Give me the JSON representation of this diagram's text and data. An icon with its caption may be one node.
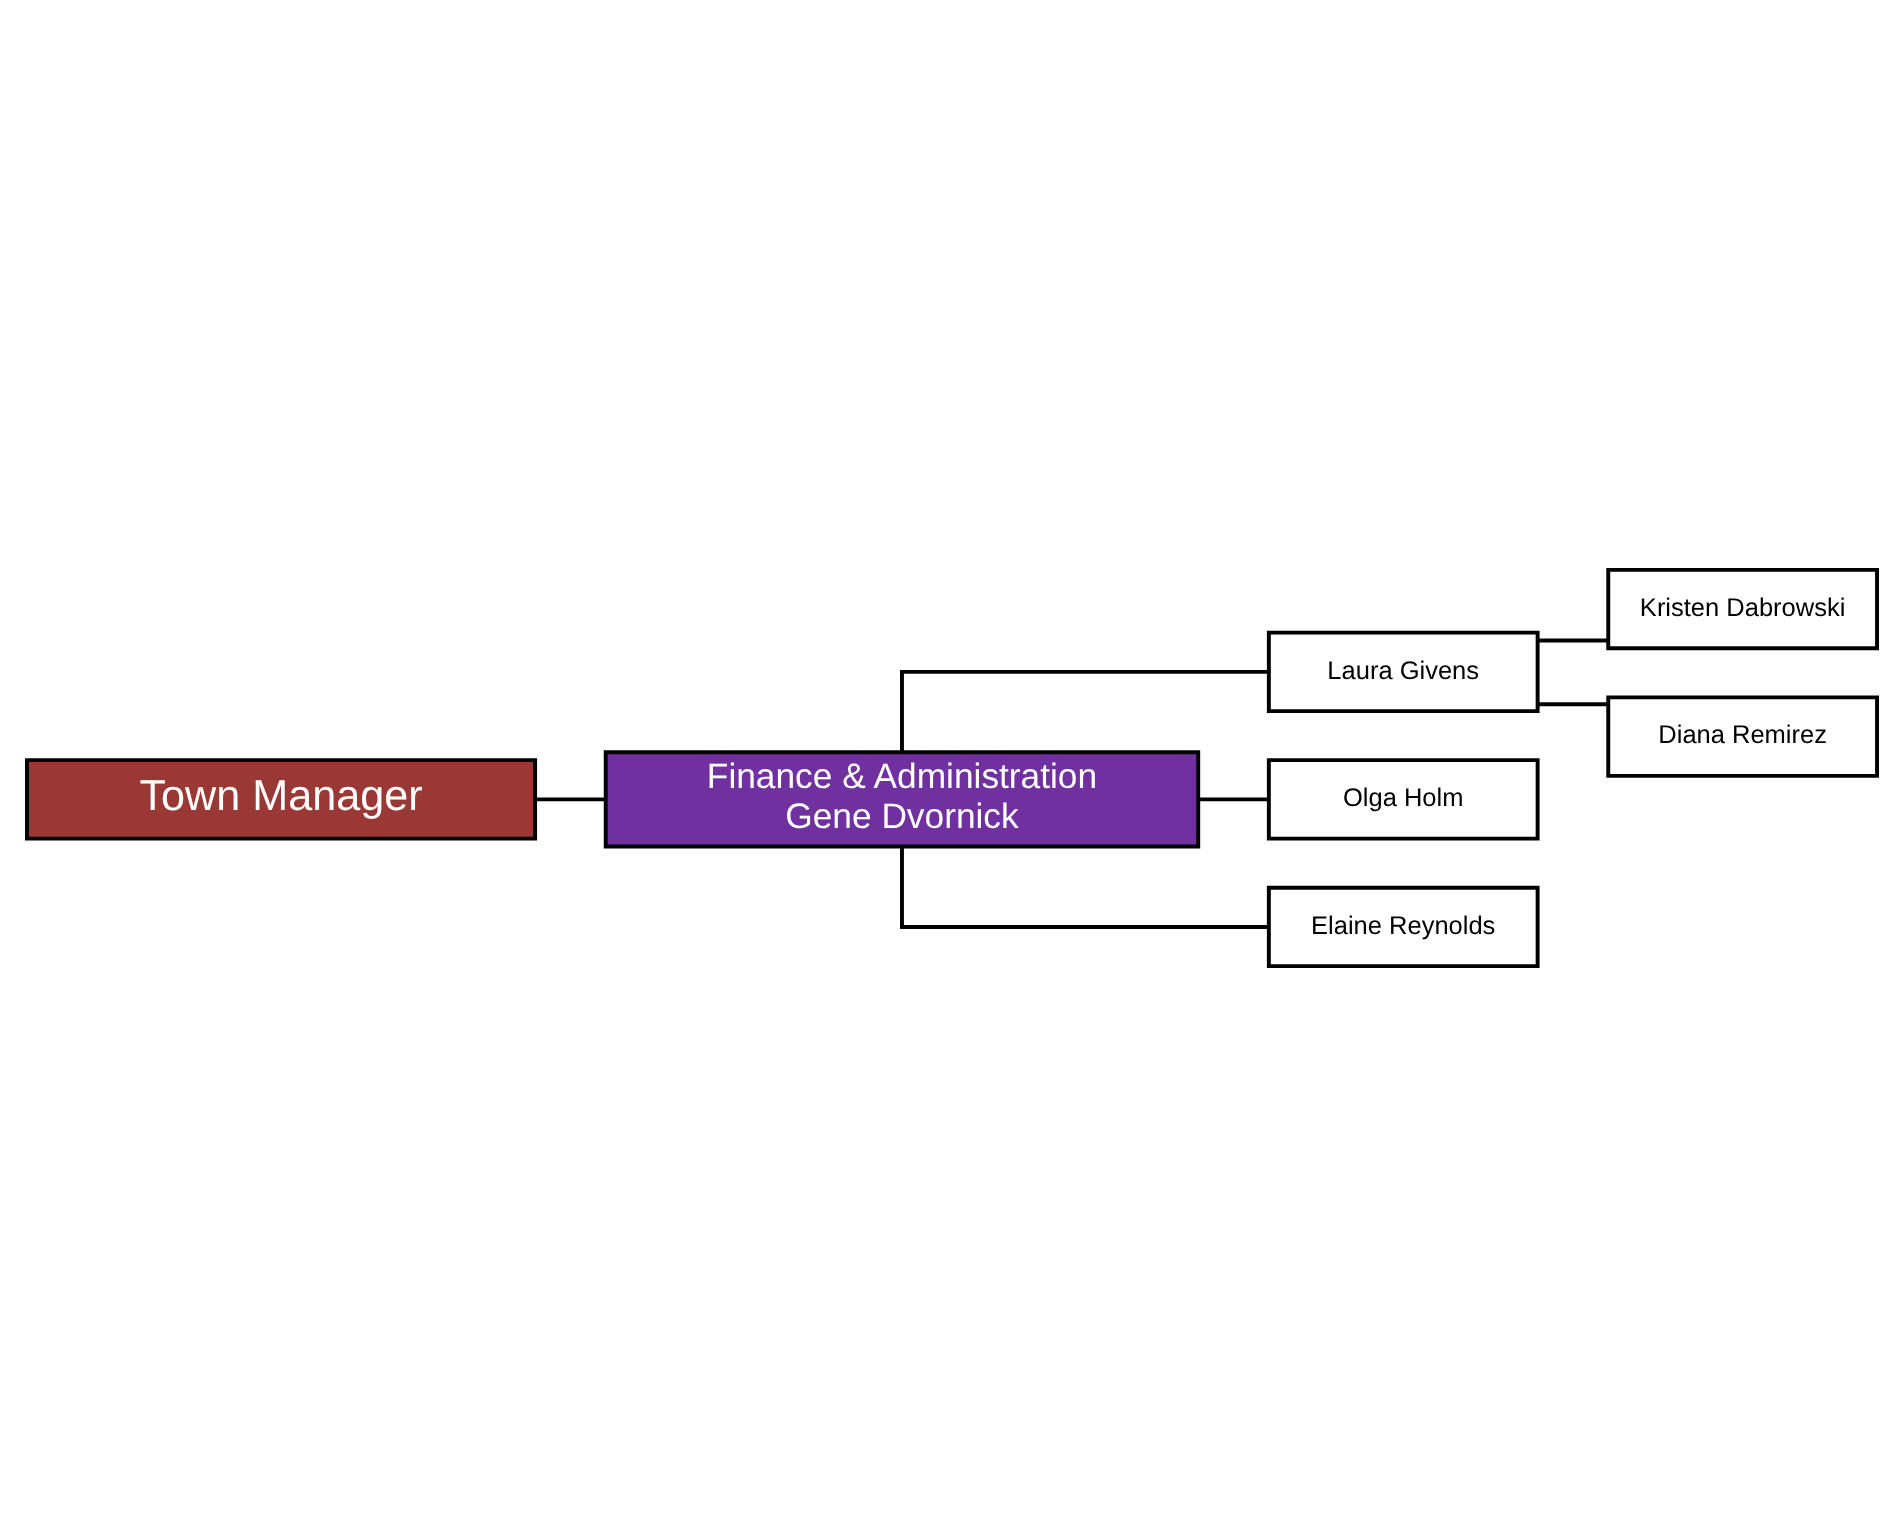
{
  "diagram": {
    "nodes": [
      {
        "text": [
          "Town Manager"
        ]
      },
      {
        "text": [
          "Finance & Administration",
          "Gene Dvornick"
        ]
      },
      {
        "text": [
          "Laura Givens"
        ]
      },
      {
        "text": [
          "Kristen Dabrowski"
        ]
      },
      {
        "text": [
          "Diana Remirez"
        ]
      },
      {
        "text": [
          "Olga Holm"
        ]
      },
      {
        "text": [
          "Elaine Reynolds"
        ]
      }
    ],
    "edges": [
      {
        "from": 0,
        "to": 1,
        "arrow": "none"
      },
      {
        "from": 1,
        "to": 2,
        "arrow": "none"
      },
      {
        "from": 2,
        "to": 3,
        "arrow": "none"
      },
      {
        "from": 2,
        "to": 4,
        "arrow": "none"
      },
      {
        "from": 1,
        "to": 5,
        "arrow": "none"
      },
      {
        "from": 1,
        "to": 6,
        "arrow": "none"
      }
    ]
  }
}
